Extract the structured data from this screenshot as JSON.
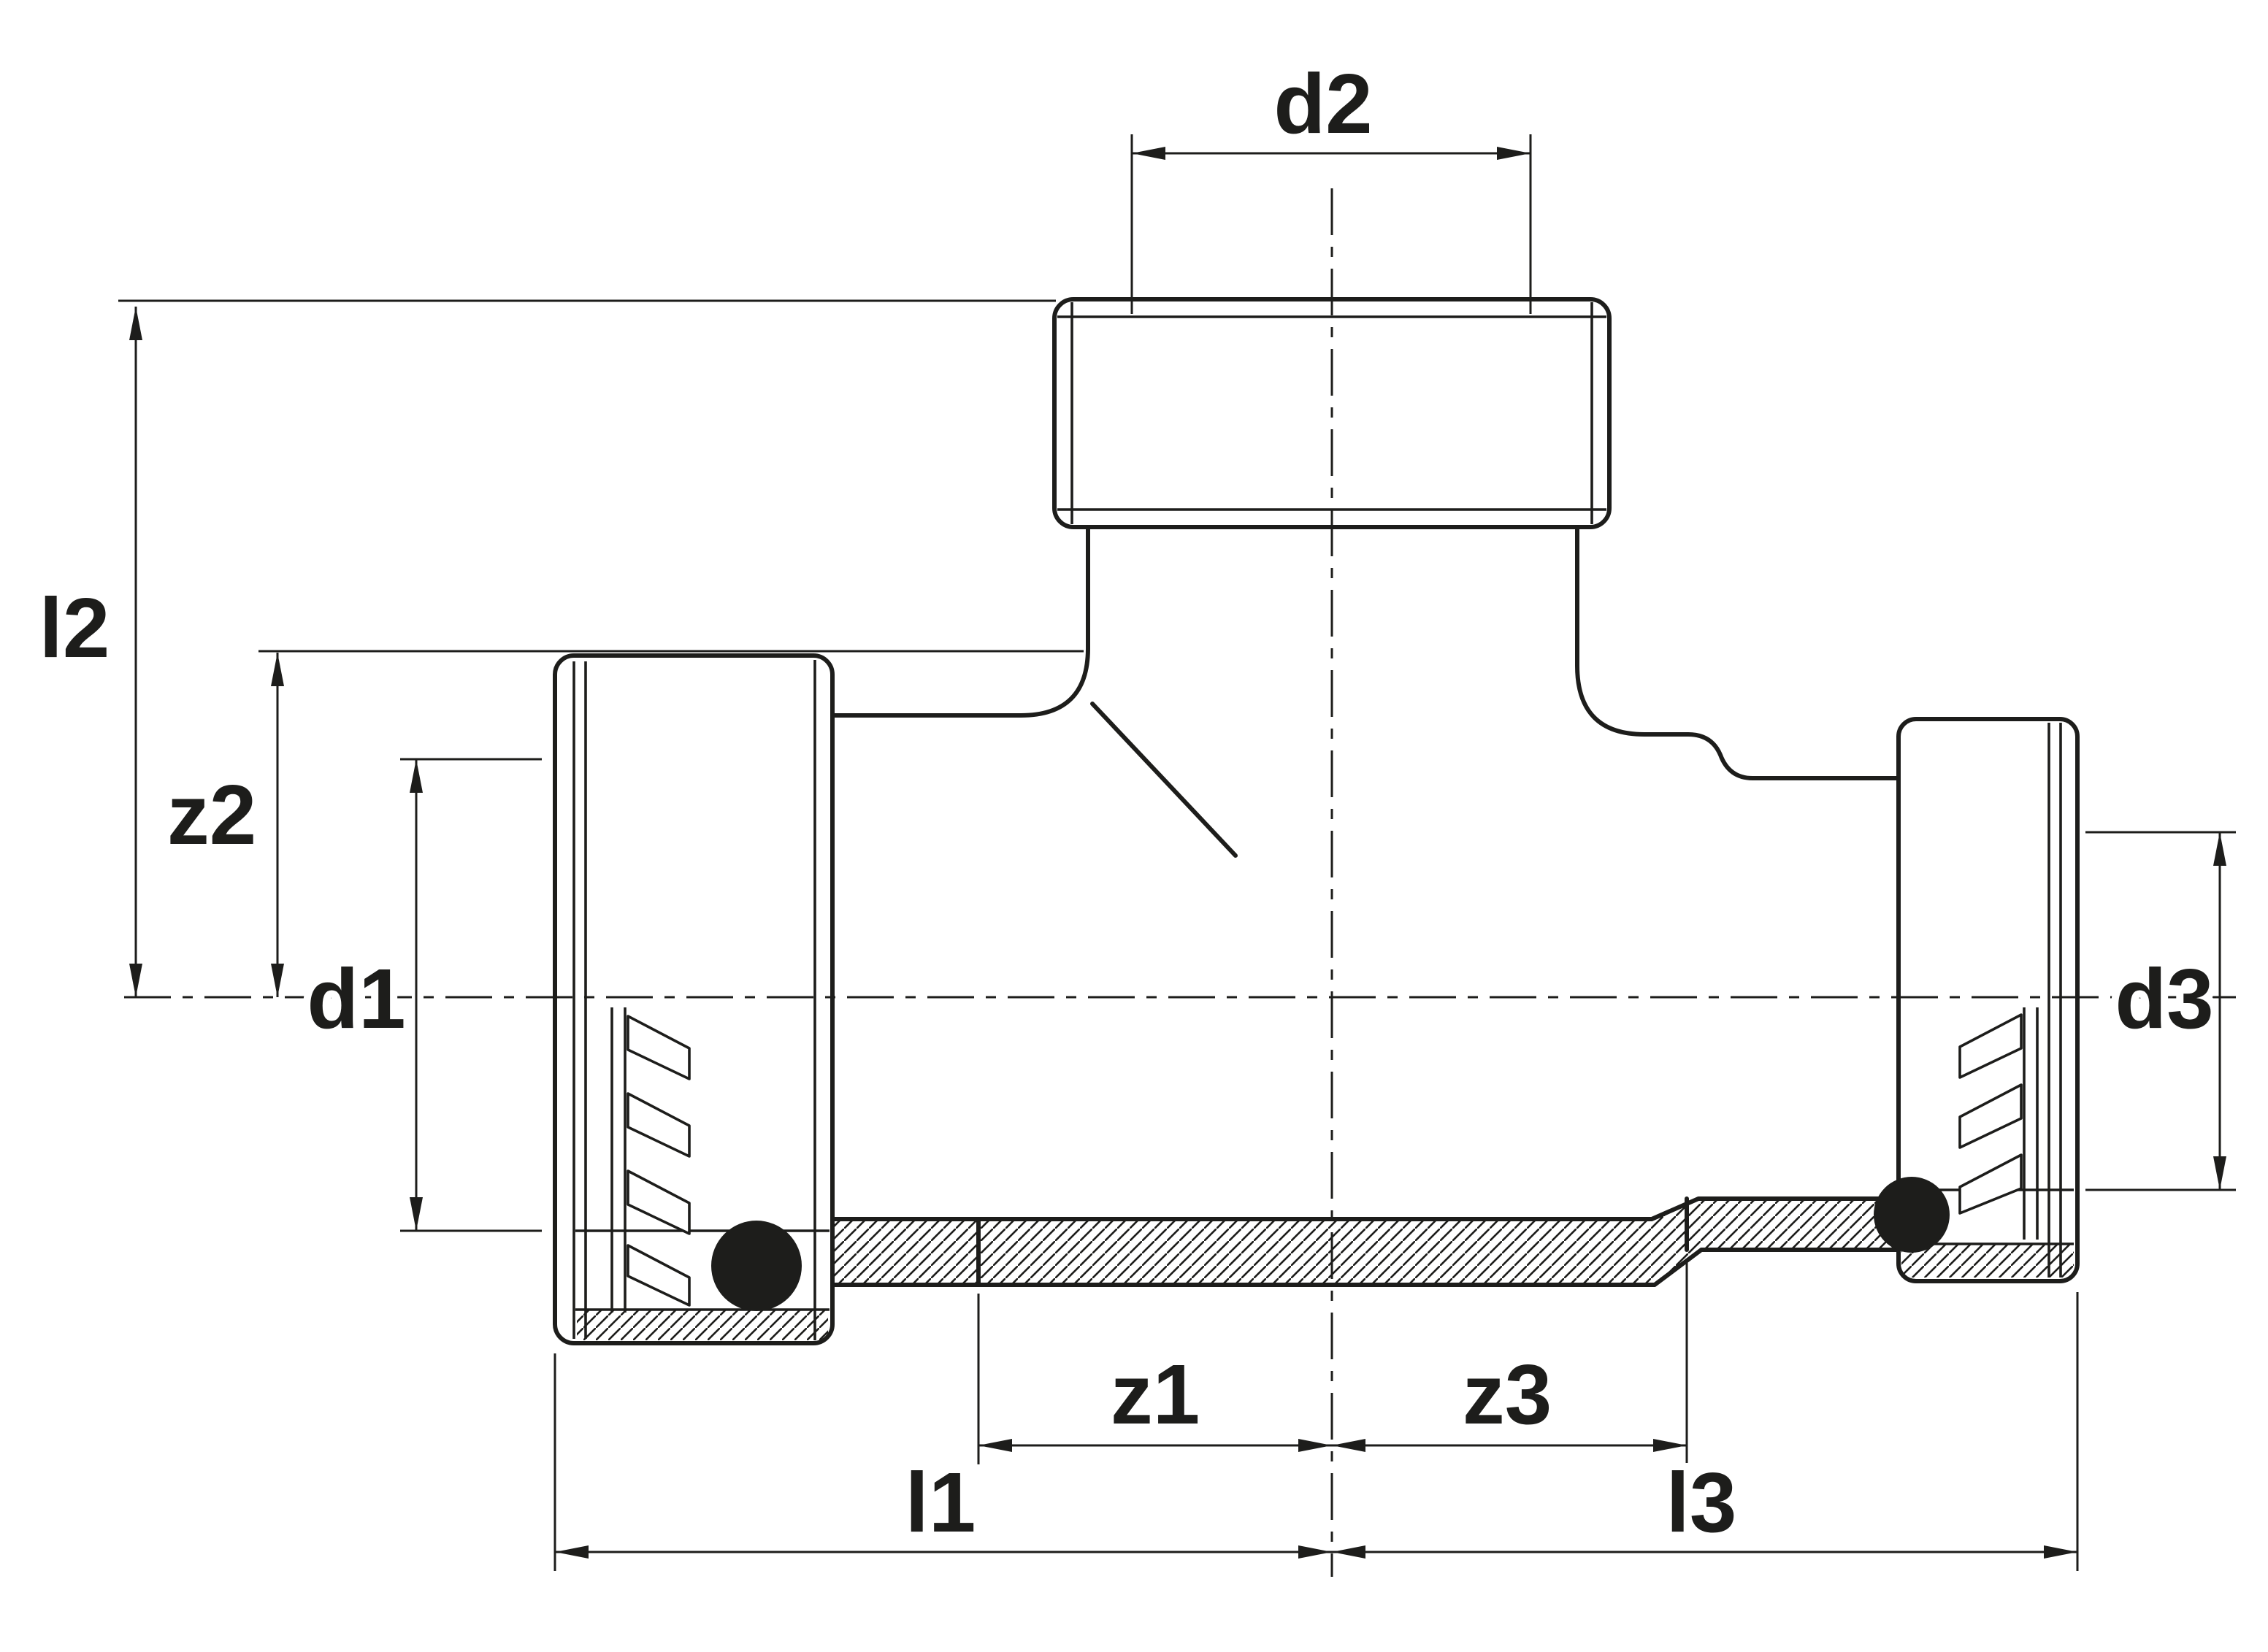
{
  "drawing": {
    "background": "#ffffff",
    "line_color": "#1d1d1b",
    "dimension_labels": {
      "d1": "d1",
      "d2": "d2",
      "d3": "d3",
      "l1": "l1",
      "l2": "l2",
      "l3": "l3",
      "z1": "z1",
      "z2": "z2",
      "z3": "z3"
    }
  }
}
